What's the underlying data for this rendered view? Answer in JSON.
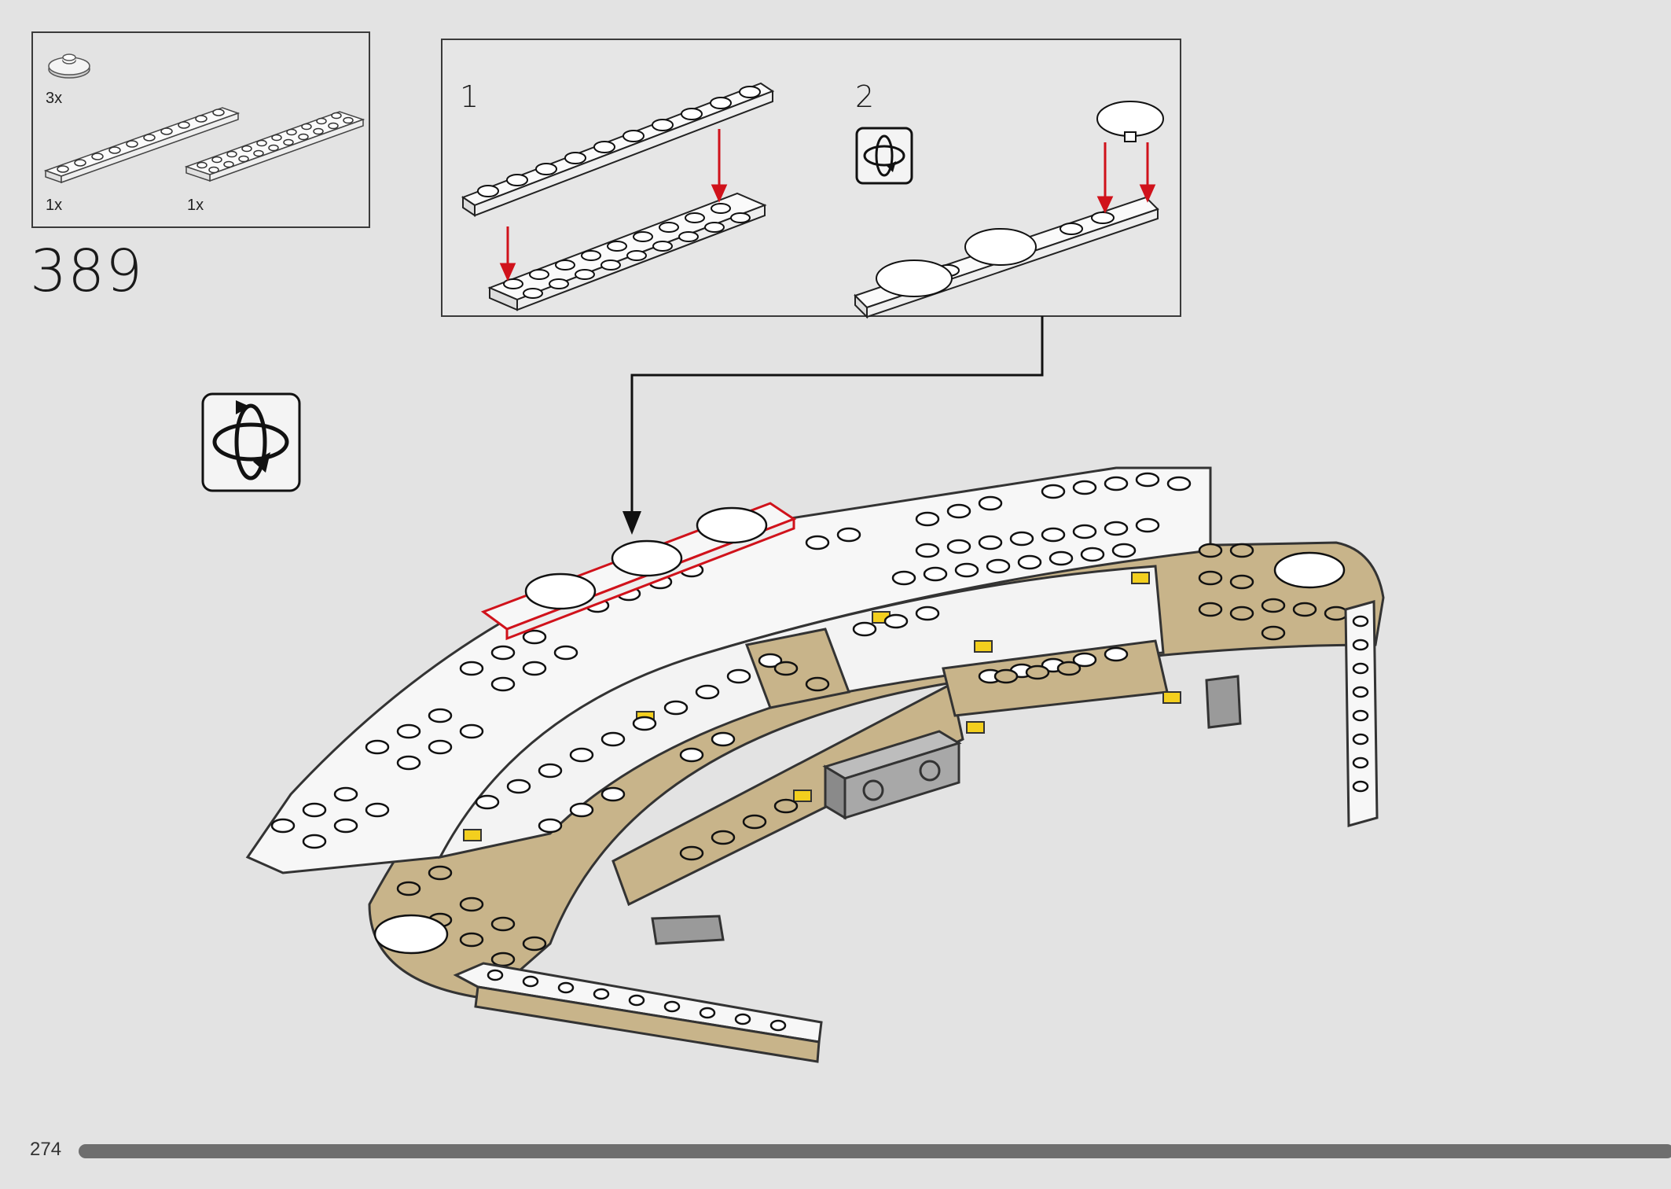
{
  "step": {
    "number": "389"
  },
  "parts_list": [
    {
      "quantity": "3x",
      "part": "round-tile-icon"
    },
    {
      "quantity": "1x",
      "part": "plate-1x10-icon"
    },
    {
      "quantity": "1x",
      "part": "plate-2x10-icon"
    }
  ],
  "substeps": [
    {
      "number": "1"
    },
    {
      "number": "2"
    }
  ],
  "icons": {
    "rotate": "rotate-model-icon"
  },
  "colors": {
    "highlight": "#d0121b",
    "tan": "#c8b48a",
    "yellow": "#f3cf1e",
    "gray": "#9a9a9a"
  },
  "footer": {
    "page_number": "274",
    "progress": 1.0
  }
}
